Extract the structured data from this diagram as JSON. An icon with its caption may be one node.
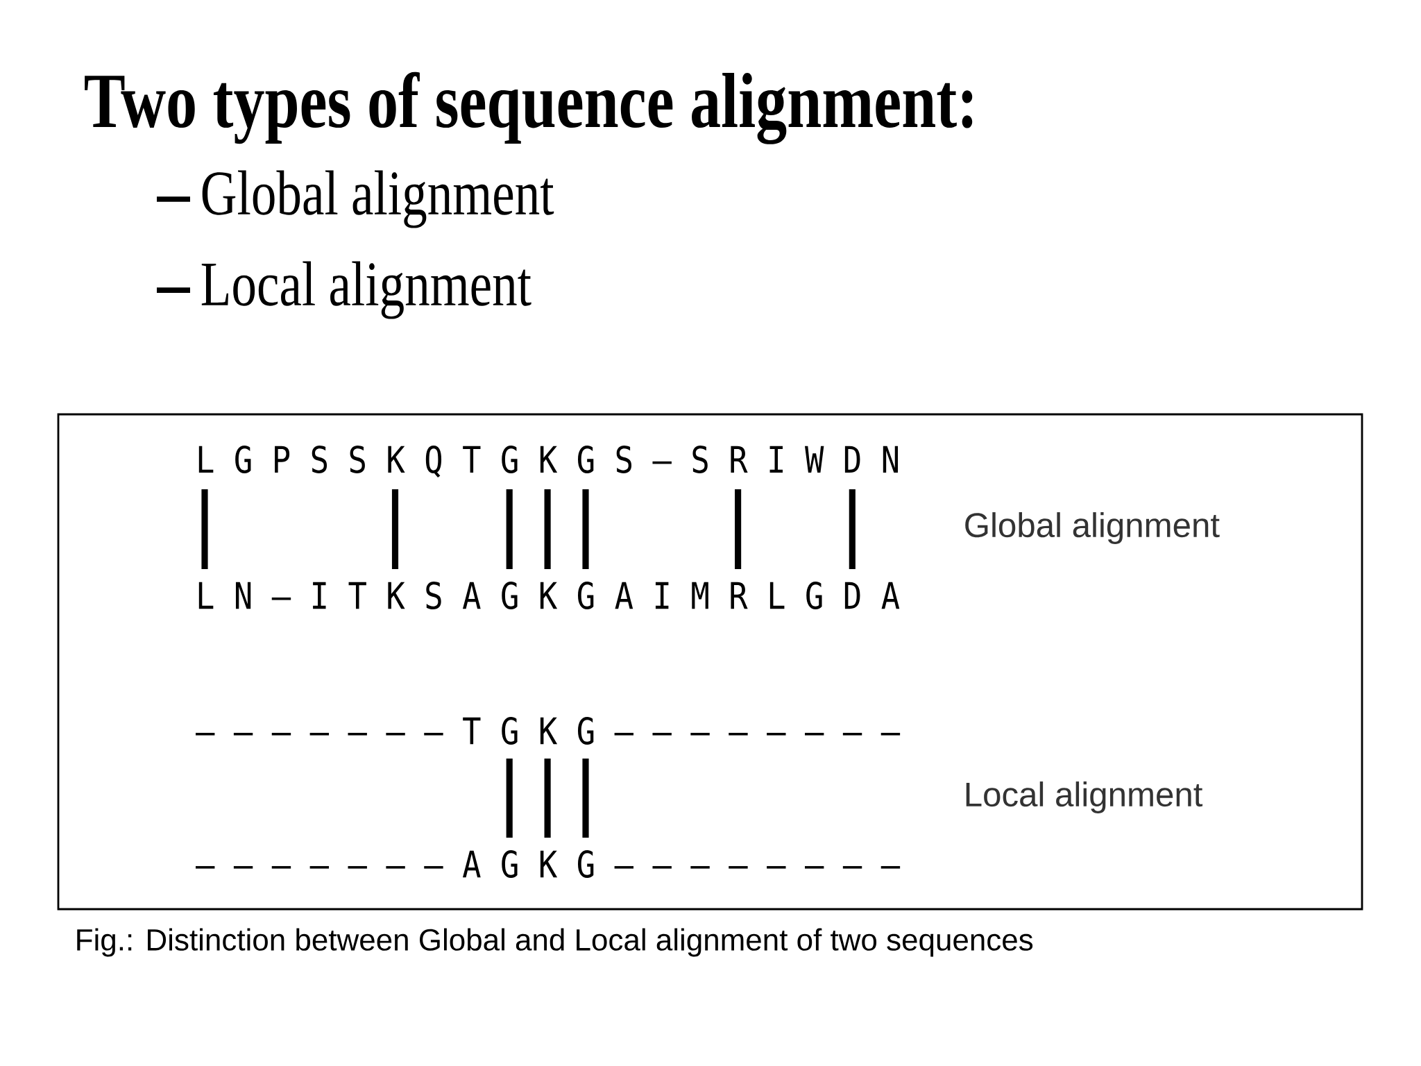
{
  "diagram": {
    "title": "Two types of sequence alignment:",
    "caption": "Fig.: Distinction between Global and Local alignment of two sequences",
    "labels": [
      "Global alignment",
      "Local alignment",
      "L G P S S K Q T G K G S – S R I W D N",
      "L N – I T K S A G K G A I M R L G D A",
      "Global alignment",
      "– – – – – – – T G K G – – – – – – – –",
      "– – – – – – – A G K G – – – – – – – –",
      "Local alignment"
    ]
  }
}
